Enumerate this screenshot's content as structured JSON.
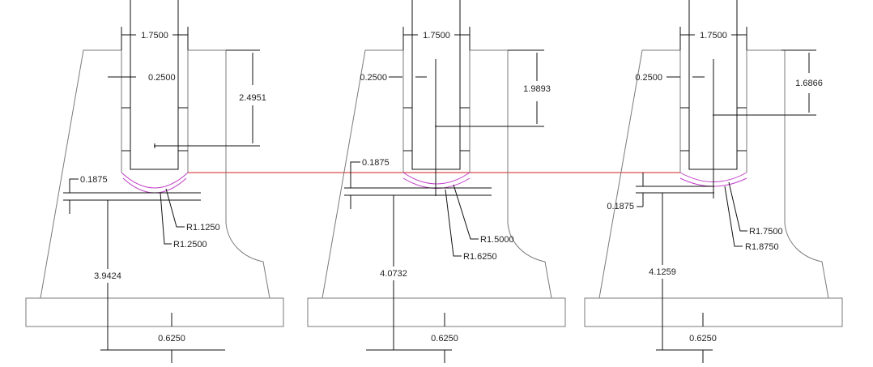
{
  "drawing": {
    "colors": {
      "outline": "#7a7a7a",
      "dimension": "#111111",
      "arc": "#c040c8",
      "reference_line": "#d42020"
    },
    "panels": [
      {
        "slot_width": "1.7500",
        "wall": "0.2500",
        "depth": "2.4951",
        "gap": "0.1875",
        "height": "3.9424",
        "base": "0.6250",
        "r_inner": "R1.1250",
        "r_outer": "R1.2500"
      },
      {
        "slot_width": "1.7500",
        "wall": "0.2500",
        "depth": "1.9893",
        "gap": "0.1875",
        "height": "4.0732",
        "base": "0.6250",
        "r_inner": "R1.5000",
        "r_outer": "R1.6250"
      },
      {
        "slot_width": "1.7500",
        "wall": "0.2500",
        "depth": "1.6866",
        "gap": "0.1875",
        "height": "4.1259",
        "base": "0.6250",
        "r_inner": "R1.7500",
        "r_outer": "R1.8750"
      }
    ]
  }
}
